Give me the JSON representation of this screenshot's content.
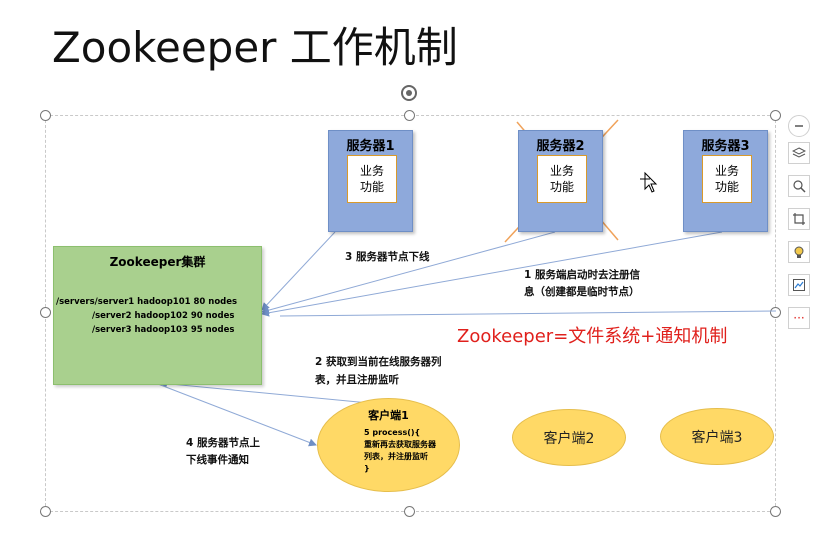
{
  "title": "Zookeeper 工作机制",
  "servers": [
    {
      "name": "服务器1",
      "business": "业务\n功能"
    },
    {
      "name": "服务器2",
      "business": "业务\n功能"
    },
    {
      "name": "服务器3",
      "business": "业务\n功能"
    }
  ],
  "cluster": {
    "title": "Zookeeper集群",
    "rows": [
      "/servers/server1   hadoop101   80 nodes",
      "/server2   hadoop102   90 nodes",
      "/server3   hadoop103   95 nodes"
    ]
  },
  "steps": {
    "step3": "3 服务器节点下线",
    "step1_line1": "1  服务端启动时去注册信",
    "step1_line2": "息（创建都是临时节点）",
    "step2_line1": "2  获取到当前在线服务器列",
    "step2_line2": "表，并且注册监听",
    "step4_line1": "4  服务器节点上",
    "step4_line2": "下线事件通知"
  },
  "clients": {
    "client1_title": "客户端1",
    "client1_code": "5 process(){\n重新再去获取服务器\n列表，并注册监听\n}",
    "client2": "客户端2",
    "client3": "客户端3"
  },
  "formula": "Zookeeper=文件系统+通知机制",
  "toolbar": {
    "icons": [
      "minus-circle-icon",
      "layers-icon",
      "zoom-icon",
      "crop-icon",
      "lightbulb-icon",
      "chart-icon",
      "more-icon"
    ],
    "more_label": "···"
  }
}
